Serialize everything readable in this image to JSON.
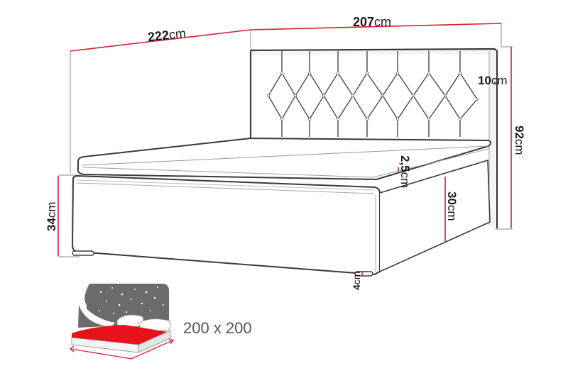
{
  "diagram": {
    "type": "bed-dimension-drawing",
    "colors": {
      "dimension_line": "#d42030",
      "outline": "#3a3a3a",
      "helper_line": "#808080",
      "icon_sky": "#6b6b6b",
      "icon_mattress": "#e8121c",
      "text": "#1a1a1a",
      "size_text": "#555555"
    },
    "dimensions": {
      "length": {
        "value": "222",
        "unit": "cm"
      },
      "width": {
        "value": "207",
        "unit": "cm"
      },
      "headboard_thickness": {
        "value": "10",
        "unit": "cm"
      },
      "total_height": {
        "value": "92",
        "unit": "cm"
      },
      "topper_thickness": {
        "value": "2,5",
        "unit": "cm"
      },
      "frame_height": {
        "value": "30",
        "unit": "cm"
      },
      "bed_height": {
        "value": "34",
        "unit": "cm"
      },
      "leg_height": {
        "value": "4",
        "unit": "cm"
      }
    },
    "mattress_size": {
      "label": "200 x 200",
      "icon": "bed-with-stars-icon"
    }
  }
}
